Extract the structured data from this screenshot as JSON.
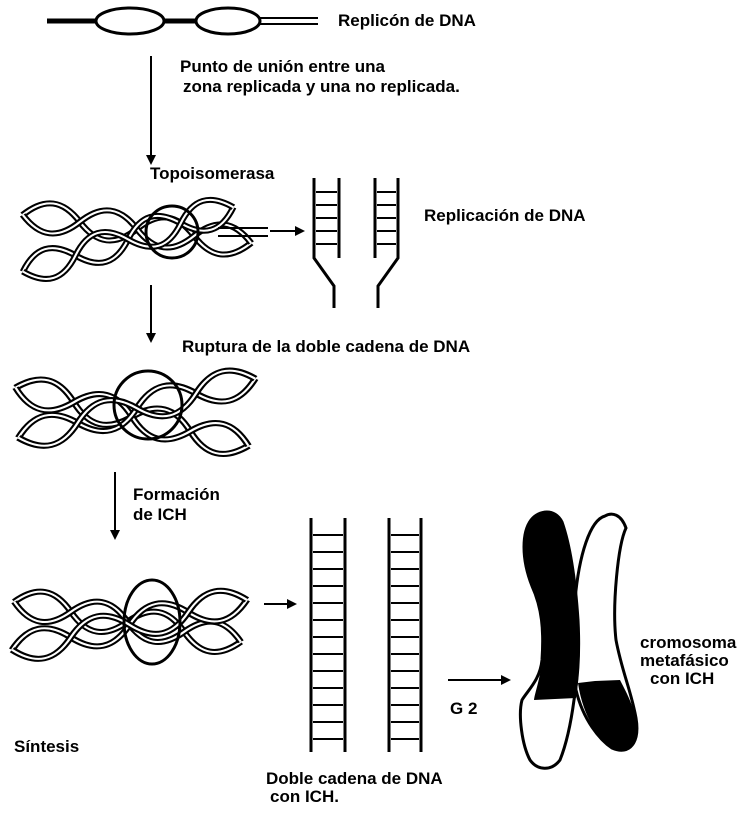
{
  "labels": {
    "replicon": "Replicón de DNA",
    "junction_line1": "Punto de unión entre una",
    "junction_line2": "zona replicada y una no replicada.",
    "topoisomerase": "Topoisomerasa",
    "replication": "Replicación de DNA",
    "double_strand_break": "Ruptura de la doble cadena de DNA",
    "ich_formation_line1": "Formación",
    "ich_formation_line2": "de ICH",
    "synthesis": "Síntesis",
    "double_strand_ich_line1": "Doble cadena de DNA",
    "double_strand_ich_line2": "con ICH.",
    "g2": "G 2",
    "chromosome_line1": "cromosoma",
    "chromosome_line2": "metafásico",
    "chromosome_line3": "con ICH"
  }
}
